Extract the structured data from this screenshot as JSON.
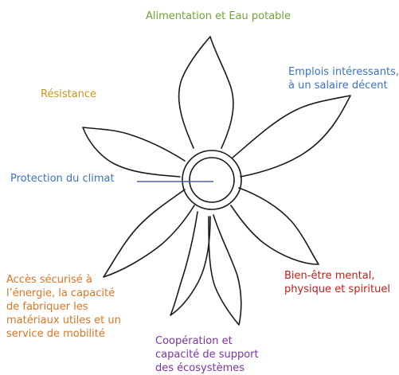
{
  "petals": [
    {
      "id": "top",
      "lines": [
        "Alimentation et Eau potable"
      ],
      "color": "#6fa437"
    },
    {
      "id": "topright",
      "lines": [
        "Emplois intéressants,",
        "à un salaire décent"
      ],
      "color": "#3b72c4"
    },
    {
      "id": "topleft",
      "lines": [
        "Résistance"
      ],
      "color": "#c8961b"
    },
    {
      "id": "left",
      "lines": [
        "Protection du climat"
      ],
      "color": "#3b72c4"
    },
    {
      "id": "right",
      "lines": [
        "Bien-être mental,",
        "physique et spirituel"
      ],
      "color": "#c0201a"
    },
    {
      "id": "bottomleft",
      "lines": [
        "Accès sécurisé à",
        "l’énergie, la capacité",
        "de fabriquer les",
        "matériaux utiles et un",
        "service de mobilité"
      ],
      "color": "#e0731f"
    },
    {
      "id": "bottom",
      "lines": [
        "Coopération et",
        "capacité de support",
        "des écosystèmes"
      ],
      "color": "#7a32a8"
    }
  ],
  "colors": {
    "stroke": "#1a1a1a",
    "line_accent": "#4a5fa8"
  }
}
